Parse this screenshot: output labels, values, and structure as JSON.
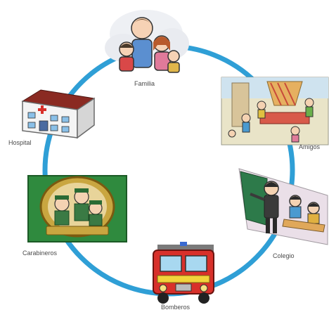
{
  "diagram": {
    "ring_color": "#2f9fd6",
    "nodes": [
      {
        "id": "familia",
        "label": "Familia",
        "icon": "family-icon"
      },
      {
        "id": "amigos",
        "label": "Amigos",
        "icon": "friends-playing-icon"
      },
      {
        "id": "colegio",
        "label": "Colegio",
        "icon": "classroom-icon"
      },
      {
        "id": "bomberos",
        "label": "Bomberos",
        "icon": "fire-truck-icon"
      },
      {
        "id": "carabineros",
        "label": "Carabineros",
        "icon": "police-badge-icon"
      },
      {
        "id": "hospital",
        "label": "Hospital",
        "icon": "hospital-building-icon"
      }
    ]
  }
}
